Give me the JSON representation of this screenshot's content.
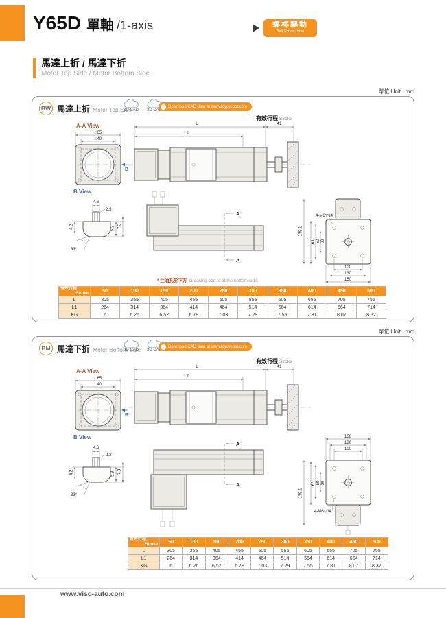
{
  "header": {
    "model": "Y65D",
    "title_cjk": "單軸",
    "title_axis": "/1-axis",
    "badge_cn": "螺桿驅動",
    "badge_en": "Ball Screw Drive"
  },
  "section": {
    "title_cn": "馬達上折 / 馬達下折",
    "title_en": "Motor Top Side / Motor Bottom Side"
  },
  "unit_label": "單位 Unit : mm",
  "cad": {
    "c2d": "2D CAD",
    "c3d": "3D CAD",
    "download": "Download CAD data at www.toyorobot.com"
  },
  "views": {
    "aa": "A-A View",
    "b": "B View"
  },
  "dims": {
    "sq65": "□65",
    "sq40": "□40",
    "b_label": "B",
    "d46": "4.6",
    "d23": "2.3",
    "d42": "4.2",
    "d53": "5.3",
    "d73": "7.3",
    "ang33": "33°",
    "L": "L",
    "L1": "L1",
    "d41": "41",
    "stroke_cn": "有效行程",
    "stroke_en": "Stroke",
    "d139": "139.1",
    "d63": "63",
    "d50": "50",
    "d30": "30",
    "m6": "4-M6▽14",
    "d100": "100",
    "d130": "130",
    "d150": "150",
    "secA": "A"
  },
  "panel1": {
    "badge": "BW",
    "title_cn": "馬達上折",
    "title_en": "Motor Top Side",
    "note_cn": "* 注油孔於下方",
    "note_en": "Greasing port is at the bottom side."
  },
  "panel2": {
    "badge": "BM",
    "title_cn": "馬達下折",
    "title_en": "Motor Bottom Side"
  },
  "spec_table": {
    "header_cn": "有效行程",
    "header_en": "Stroke",
    "strokes": [
      "50",
      "100",
      "150",
      "200",
      "250",
      "300",
      "350",
      "400",
      "450",
      "500"
    ],
    "rows": [
      {
        "label": "L",
        "values": [
          "305",
          "355",
          "405",
          "455",
          "505",
          "555",
          "605",
          "655",
          "705",
          "755"
        ]
      },
      {
        "label": "L1",
        "values": [
          "264",
          "314",
          "364",
          "414",
          "464",
          "514",
          "564",
          "614",
          "664",
          "714"
        ]
      },
      {
        "label": "KG",
        "values": [
          "6",
          "6.26",
          "6.52",
          "6.78",
          "7.03",
          "7.29",
          "7.55",
          "7.81",
          "8.07",
          "8.32"
        ]
      }
    ]
  },
  "footer": {
    "url": "www.viso-auto.com"
  }
}
